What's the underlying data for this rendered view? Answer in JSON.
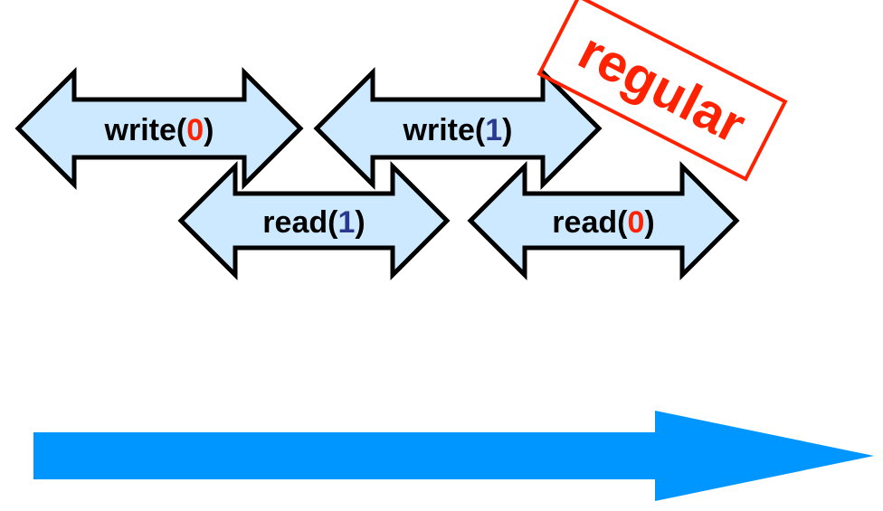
{
  "operations": [
    {
      "id": "write0",
      "name": "write",
      "value": "0",
      "value_color": "#ff2200"
    },
    {
      "id": "write1",
      "name": "write",
      "value": "1",
      "value_color": "#2a3990"
    },
    {
      "id": "read1",
      "name": "read",
      "value": "1",
      "value_color": "#2a3990"
    },
    {
      "id": "read0",
      "name": "read",
      "value": "0",
      "value_color": "#ff2200"
    }
  ],
  "stamp": {
    "text": "regular",
    "color": "#ff2200"
  },
  "colors": {
    "arrow_fill": "#cce9ff",
    "arrow_stroke": "#000000",
    "timeline": "#0096ff"
  }
}
